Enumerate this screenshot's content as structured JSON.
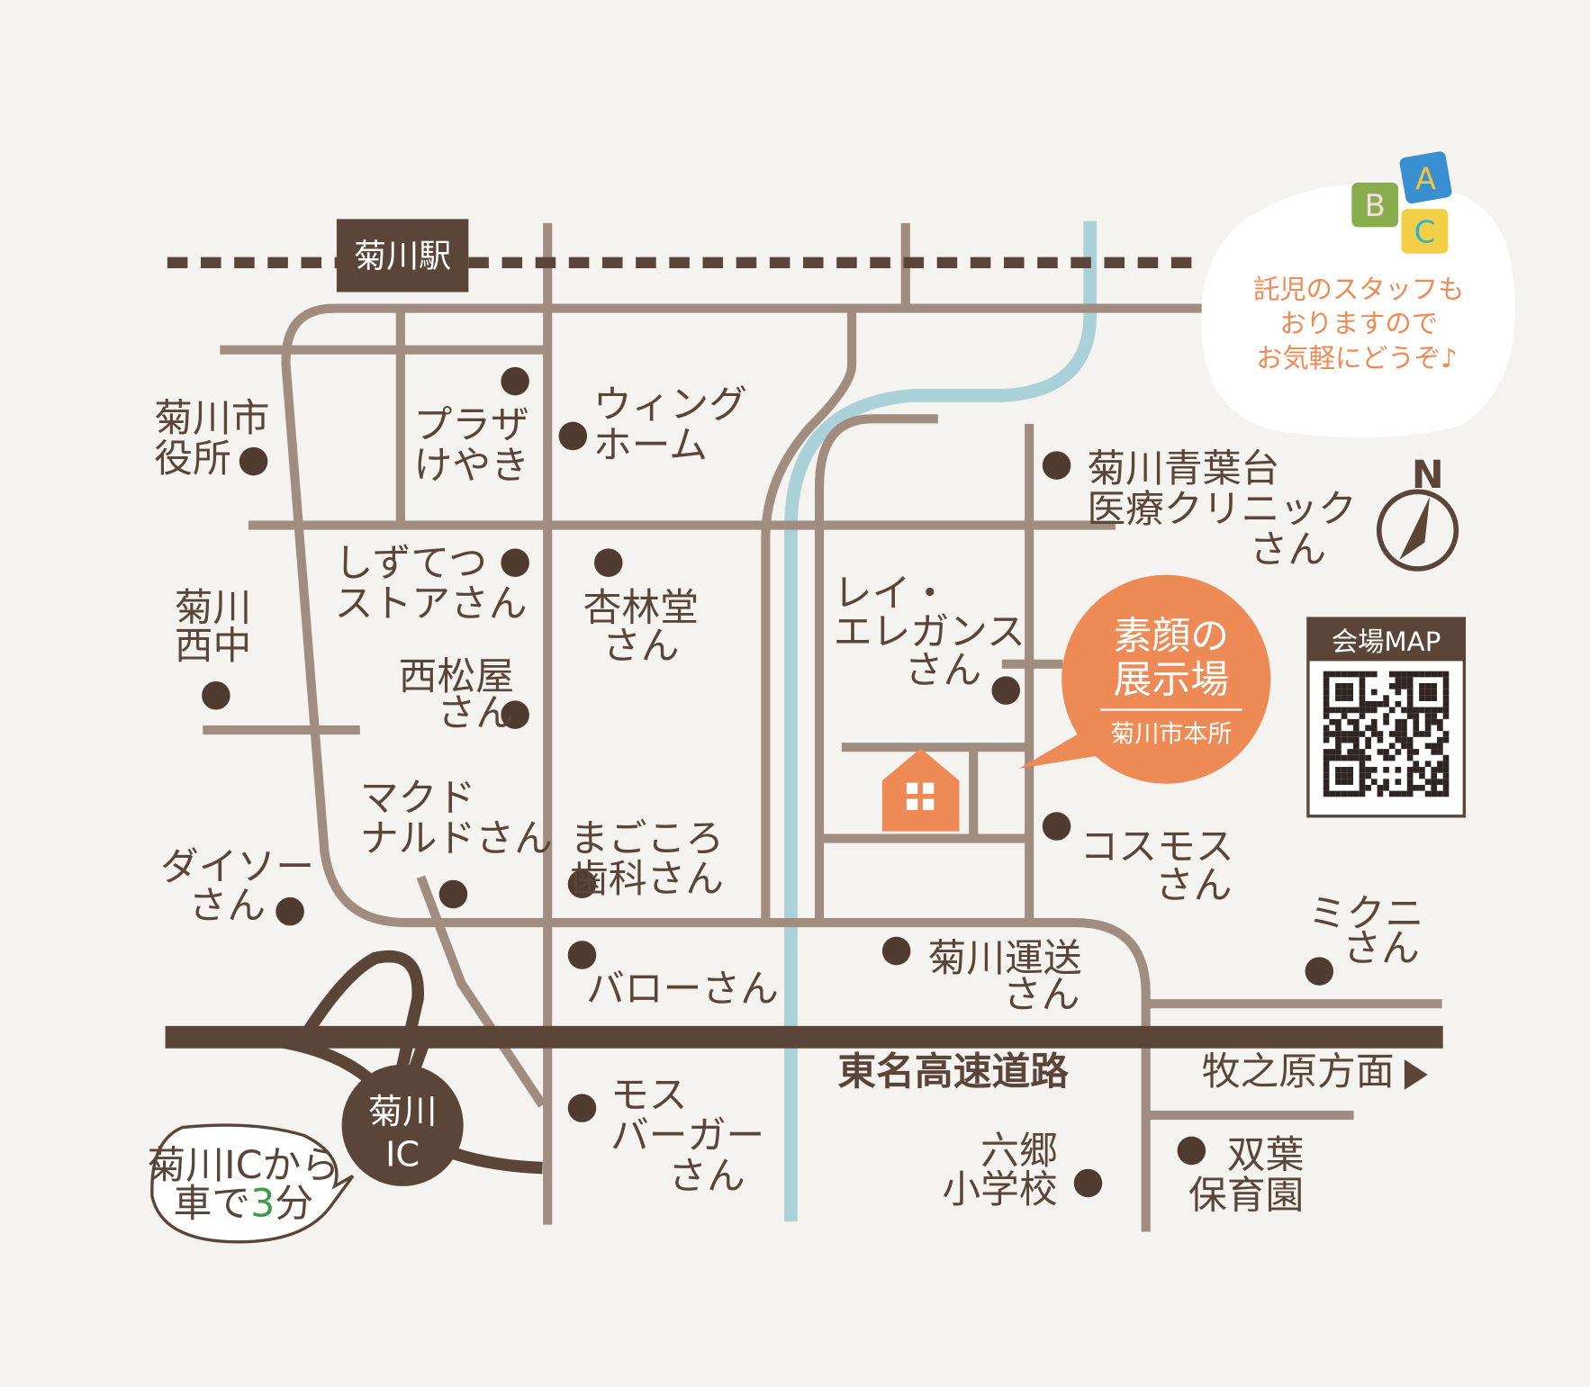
{
  "station": "菊川駅",
  "highway": "東名高速道路",
  "direction": "牧之原方面",
  "ic": {
    "line1": "菊川",
    "line2": "IC"
  },
  "ic_bubble": {
    "line1": "菊川ICから",
    "line2a": "車で",
    "line2b": "3",
    "line2c": "分"
  },
  "venue": {
    "line1": "素顔の",
    "line2": "展示場",
    "sub": "菊川市本所"
  },
  "qr_label": "会場MAP",
  "compass": "N",
  "note": {
    "lines": [
      "託児のスタッフも",
      "おりますので",
      "お気軽にどうぞ♪"
    ]
  },
  "blocks": [
    "A",
    "B",
    "C"
  ],
  "places": {
    "city_hall": [
      "菊川市",
      "役所"
    ],
    "plaza": [
      "プラザ",
      "けやき"
    ],
    "wing": [
      "ウィング",
      "ホーム"
    ],
    "clinic": [
      "菊川青葉台",
      "医療クリニック",
      "さん"
    ],
    "shizutetsu": [
      "しずてつ",
      "ストアさん"
    ],
    "kyorindo": [
      "杏林堂",
      "さん"
    ],
    "nishinaka": [
      "菊川",
      "西中"
    ],
    "nishimatsuya": [
      "西松屋",
      "さん"
    ],
    "rei": [
      "レイ・",
      "エレガンス",
      "さん"
    ],
    "mcd": [
      "マクド",
      "ナルドさん"
    ],
    "magokoro": [
      "まごころ",
      "歯科さん"
    ],
    "daiso": [
      "ダイソー",
      "さん"
    ],
    "cosmos": [
      "コスモス",
      "さん"
    ],
    "mikuni": [
      "ミクニ",
      "さん"
    ],
    "barrow": [
      "バローさん"
    ],
    "unso": [
      "菊川運送",
      "さん"
    ],
    "mos": [
      "モス",
      "バーガー",
      "さん"
    ],
    "rokugo": [
      "六郷",
      "小学校"
    ],
    "futaba": [
      "双葉",
      "保育園"
    ]
  },
  "colors": {
    "road": "#a08d7f",
    "dark": "#5b4538",
    "river": "#a9d1d7",
    "accent": "#ee8a55",
    "background": "#f4f3f0"
  }
}
